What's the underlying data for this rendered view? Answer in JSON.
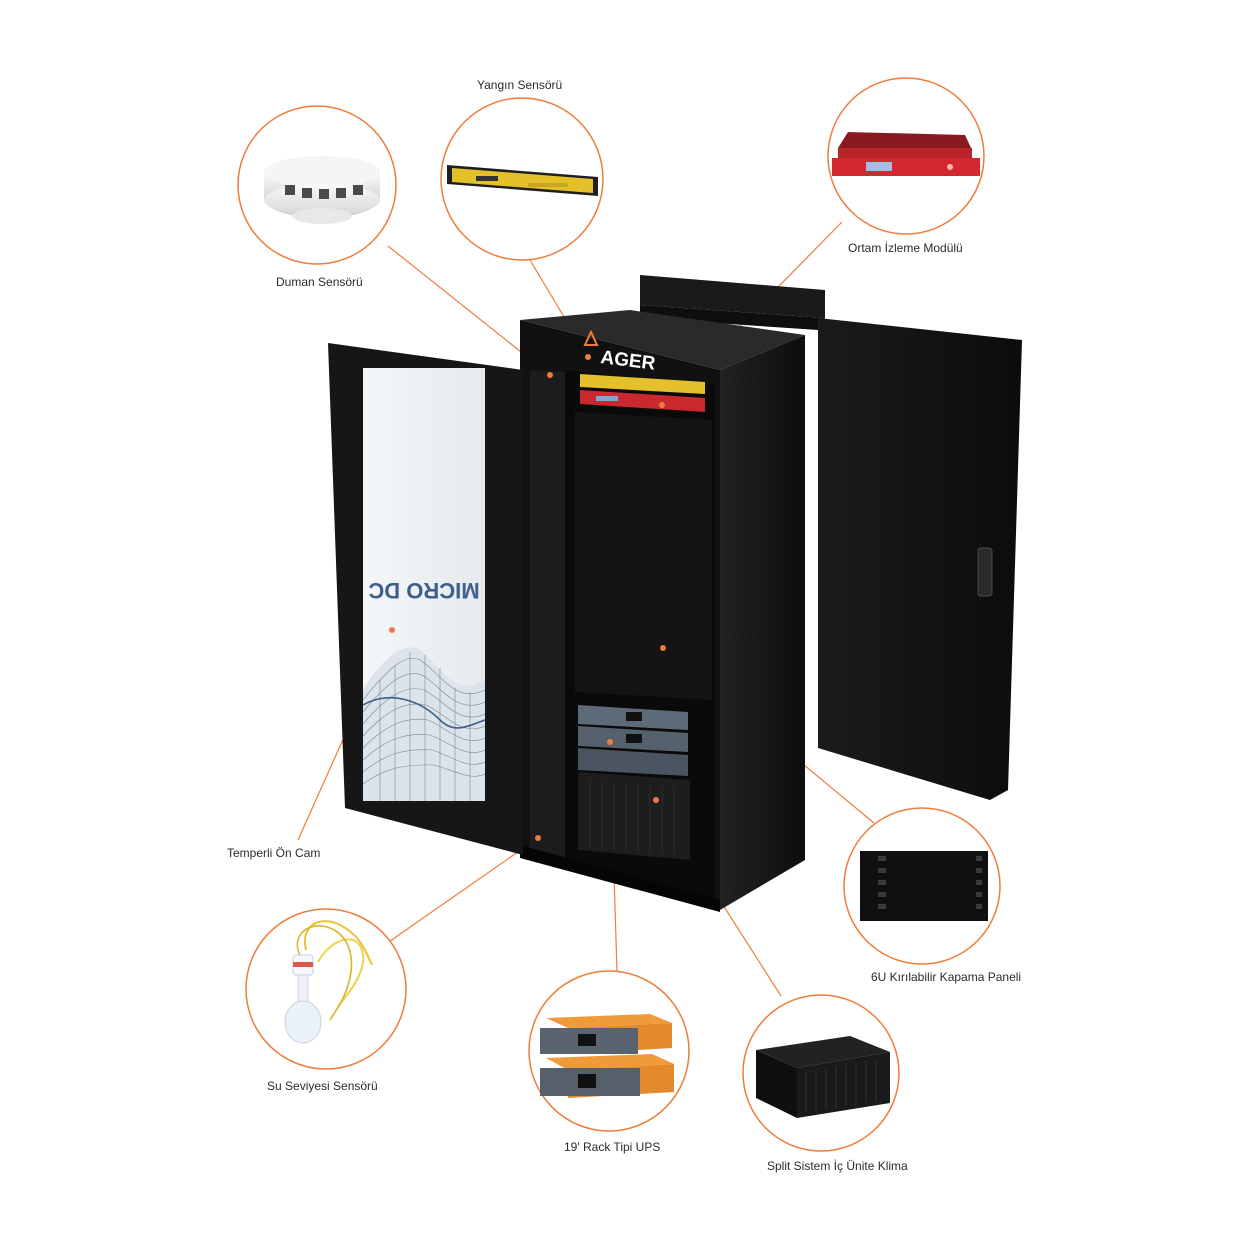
{
  "brand": {
    "logo_text": "AGER"
  },
  "door_glass_text": "MICRO DC",
  "callouts": {
    "smoke": {
      "label": "Duman Sensörü",
      "icon": "smoke-detector-icon"
    },
    "fire": {
      "label": "Yangın Sensörü",
      "icon": "fire-sensor-unit-icon"
    },
    "env": {
      "label": "Ortam İzleme Modülü",
      "icon": "environment-monitor-icon"
    },
    "glass": {
      "label": "Temperli Ön Cam"
    },
    "panel": {
      "label": "6U Kırılabilir Kapama Paneli",
      "icon": "blanking-panel-icon"
    },
    "water": {
      "label": "Su Seviyesi Sensörü",
      "icon": "float-switch-icon"
    },
    "ups": {
      "label": "19' Rack Tipi UPS",
      "icon": "rack-ups-icon"
    },
    "ac": {
      "label": "Split Sistem İç Ünite Klima",
      "icon": "indoor-ac-unit-icon"
    }
  },
  "colors": {
    "accent": "#ee7d3b",
    "cabinet": "#151515",
    "fire_unit": "#e4c02a",
    "env_unit": "#c8282e",
    "ups_orange": "#e38b2c"
  }
}
